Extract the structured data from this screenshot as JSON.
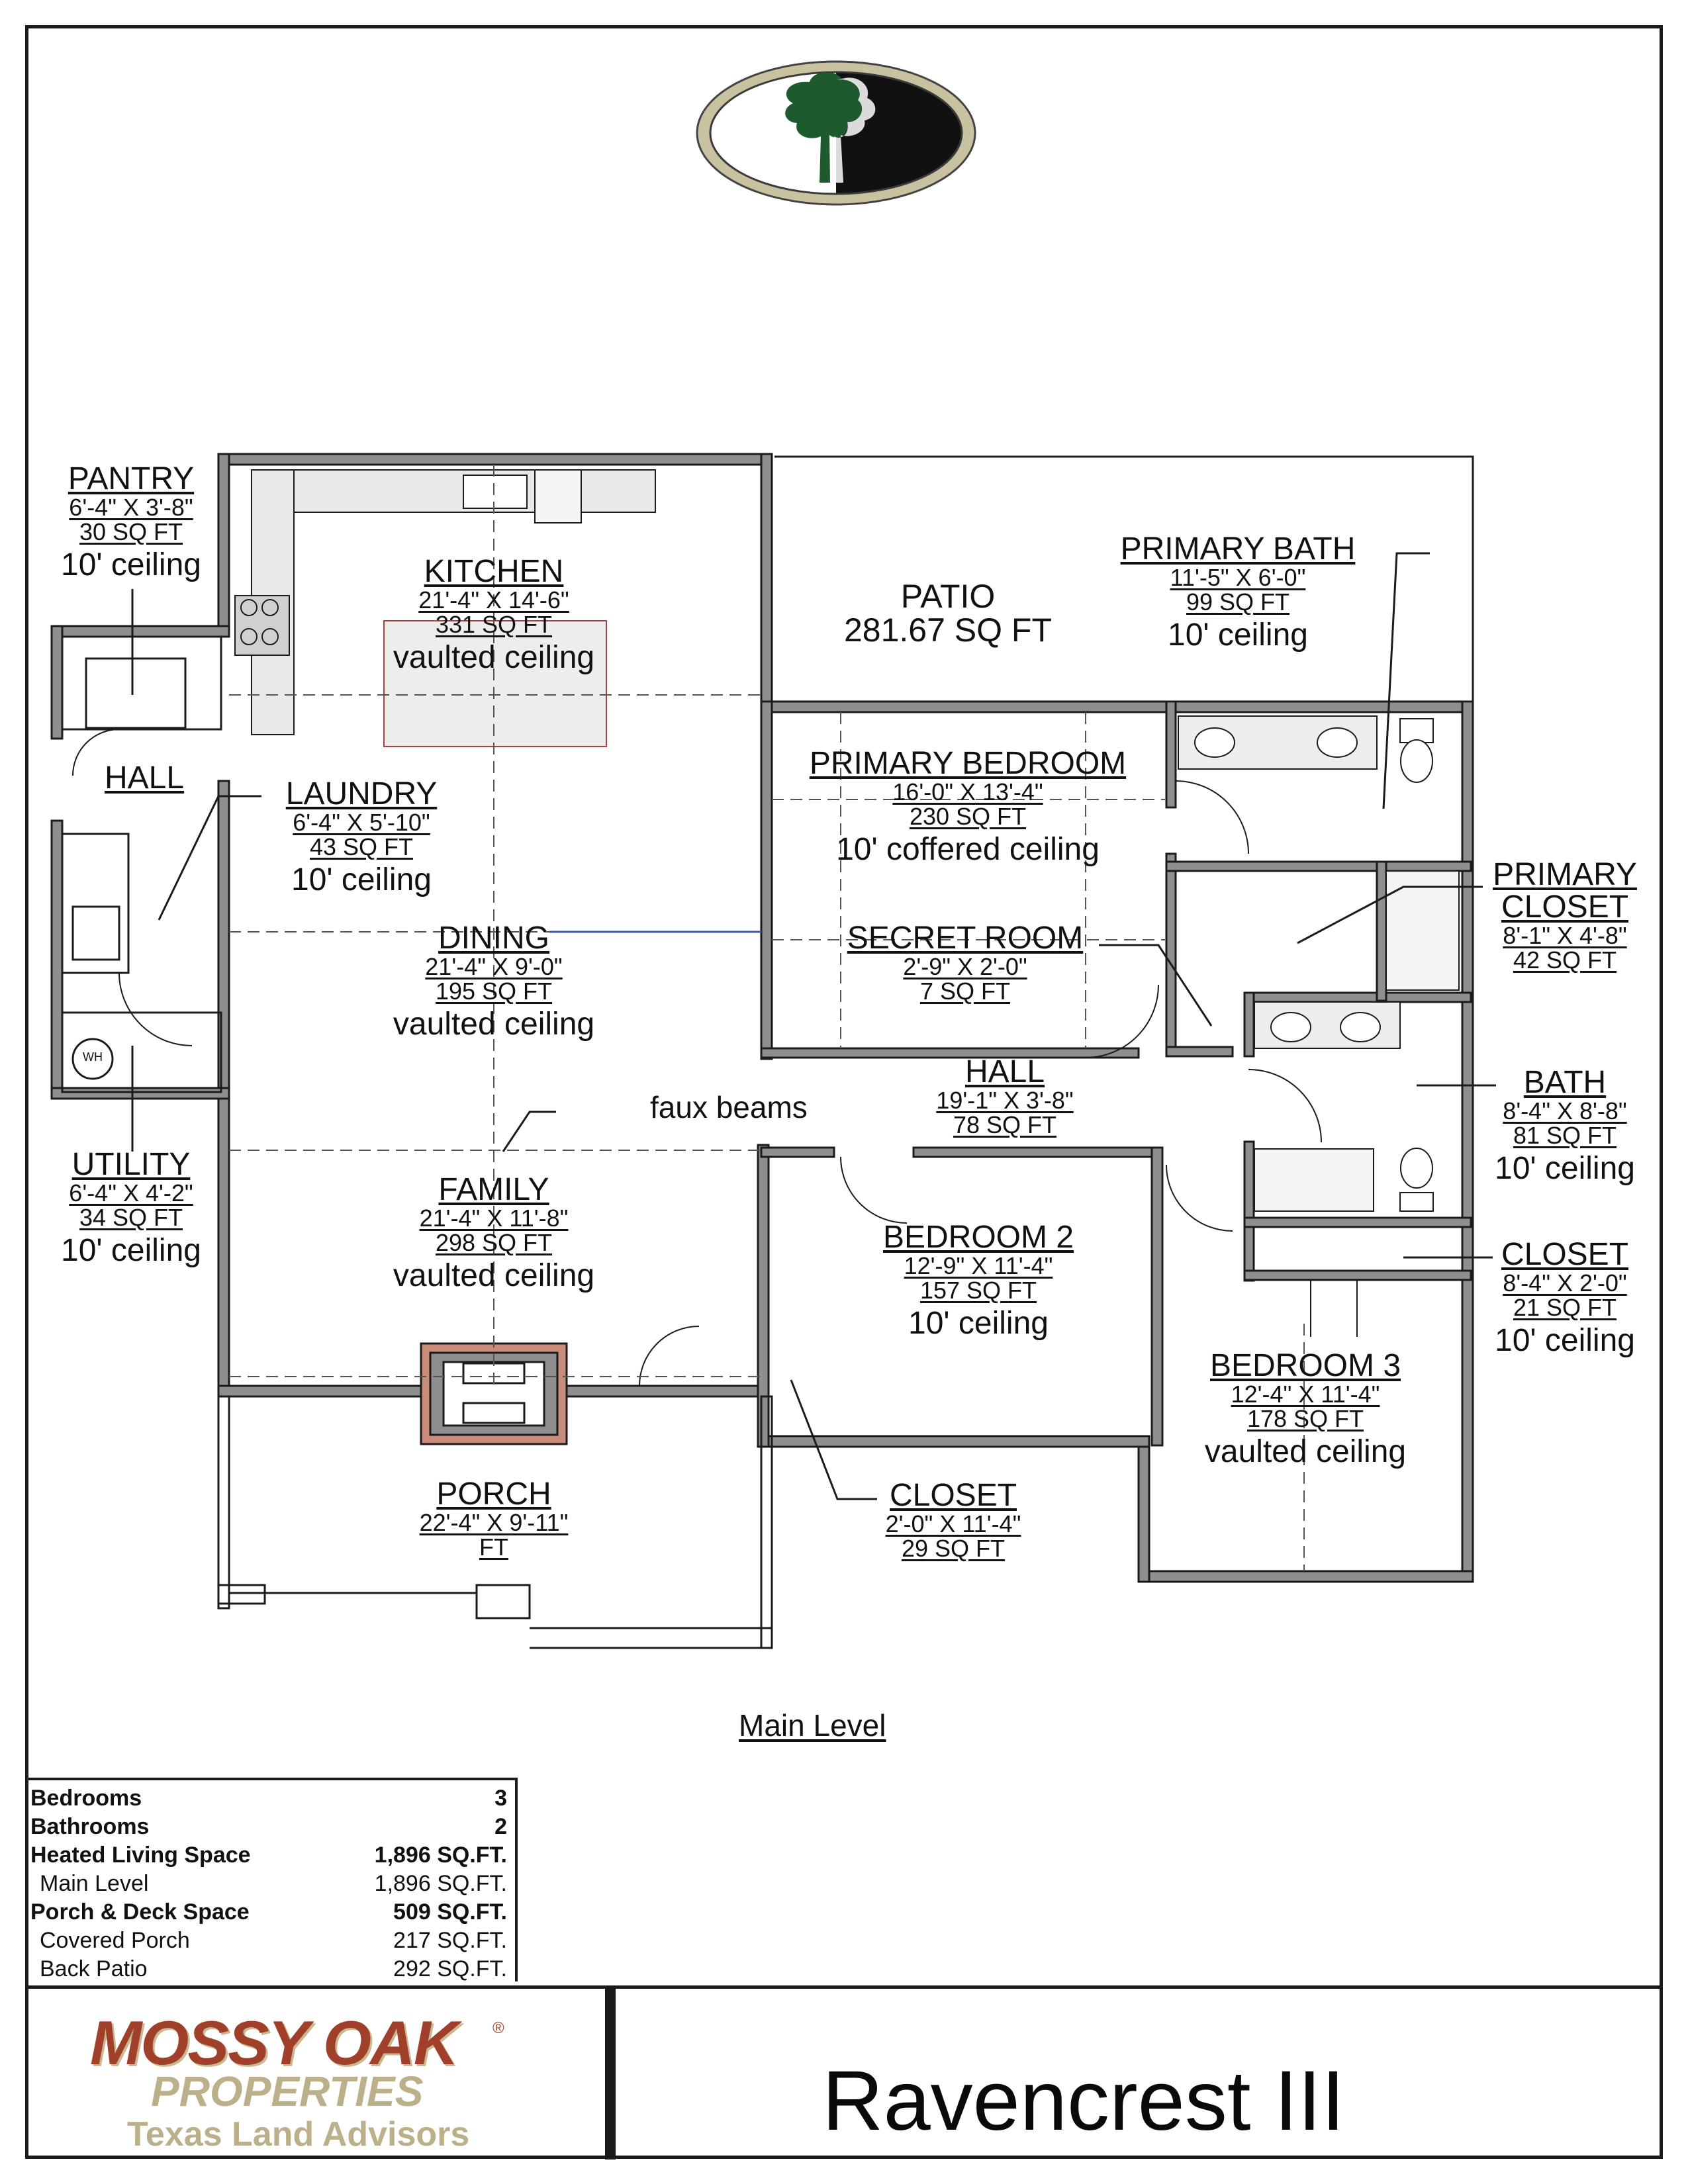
{
  "rooms": {
    "pantry": {
      "name": "PANTRY",
      "dim": "6'-4\" X 3'-8\"",
      "area": "30 SQ FT",
      "ceiling": "10' ceiling"
    },
    "kitchen": {
      "name": "KITCHEN",
      "dim": "21'-4\" X 14'-6\"",
      "area": "331 SQ FT",
      "ceiling": "vaulted ceiling"
    },
    "patio": {
      "name": "PATIO",
      "area": "281.67 SQ FT"
    },
    "primary_bath": {
      "name": "PRIMARY BATH",
      "dim": "11'-5\" X 6'-0\"",
      "area": "99 SQ FT",
      "ceiling": "10' ceiling"
    },
    "hall_left": {
      "name": "HALL"
    },
    "laundry": {
      "name": "LAUNDRY",
      "dim": "6'-4\" X 5'-10\"",
      "area": "43 SQ FT",
      "ceiling": "10' ceiling"
    },
    "primary_bedroom": {
      "name": "PRIMARY BEDROOM",
      "dim": "16'-0\" X 13'-4\"",
      "area": "230 SQ FT",
      "ceiling": "10' coffered ceiling"
    },
    "primary_closet": {
      "name1": "PRIMARY",
      "name2": "CLOSET",
      "dim": "8'-1\" X 4'-8\"",
      "area": "42 SQ FT"
    },
    "dining": {
      "name": "DINING",
      "dim": "21'-4\" X 9'-0\"",
      "area": "195 SQ FT",
      "ceiling": "vaulted ceiling"
    },
    "secret_room": {
      "name": "SECRET ROOM",
      "dim": "2'-9\" X 2'-0\"",
      "area": "7 SQ FT"
    },
    "hall_center": {
      "name": "HALL",
      "dim": "19'-1\" X 3'-8\"",
      "area": "78 SQ FT"
    },
    "bath": {
      "name": "BATH",
      "dim": "8'-4\" X 8'-8\"",
      "area": "81 SQ FT",
      "ceiling": "10' ceiling"
    },
    "utility": {
      "name": "UTILITY",
      "dim": "6'-4\" X 4'-2\"",
      "area": "34 SQ FT",
      "ceiling": "10' ceiling"
    },
    "family": {
      "name": "FAMILY",
      "dim": "21'-4\" X 11'-8\"",
      "area": "298 SQ FT",
      "ceiling": "vaulted ceiling"
    },
    "bedroom2": {
      "name": "BEDROOM 2",
      "dim": "12'-9\" X 11'-4\"",
      "area": "157 SQ FT",
      "ceiling": "10' ceiling"
    },
    "closet_right": {
      "name": "CLOSET",
      "dim": "8'-4\" X 2'-0\"",
      "area": "21 SQ FT",
      "ceiling": "10' ceiling"
    },
    "bedroom3": {
      "name": "BEDROOM 3",
      "dim": "12'-4\" X 11'-4\"",
      "area": "178 SQ FT",
      "ceiling": "vaulted ceiling"
    },
    "porch": {
      "name": "PORCH",
      "dim": "22'-4\" X 9'-11\"",
      "area": "FT"
    },
    "closet_bottom": {
      "name": "CLOSET",
      "dim": "2'-0\" X 11'-4\"",
      "area": "29 SQ FT"
    }
  },
  "annotations": {
    "faux_beams": "faux beams",
    "water_heater": "WH"
  },
  "caption": "Main Level",
  "stats": [
    {
      "k": "Bedrooms",
      "v": "3",
      "style": "b"
    },
    {
      "k": "Bathrooms",
      "v": "2",
      "style": "b"
    },
    {
      "k": "Heated Living Space",
      "v": "1,896 SQ.FT.",
      "style": "b"
    },
    {
      "k": "Main Level",
      "v": "1,896 SQ.FT.",
      "style": "s"
    },
    {
      "k": "Porch & Deck Space",
      "v": "509 SQ.FT.",
      "style": "b"
    },
    {
      "k": "Covered Porch",
      "v": "217 SQ.FT.",
      "style": "s"
    },
    {
      "k": "Back Patio",
      "v": "292 SQ.FT.",
      "style": "s"
    }
  ],
  "brand": {
    "line1": "MOSSY OAK",
    "reg": "®",
    "line2": "PROPERTIES",
    "line3": "Texas Land Advisors"
  },
  "plan_title": "Ravencrest III",
  "colors": {
    "wall": "#1b1b1b",
    "wall_fill": "#8f8f8f",
    "brand_red": "#a0402b",
    "brand_tan": "#bbb089",
    "logo_green": "#1d5a2e"
  }
}
